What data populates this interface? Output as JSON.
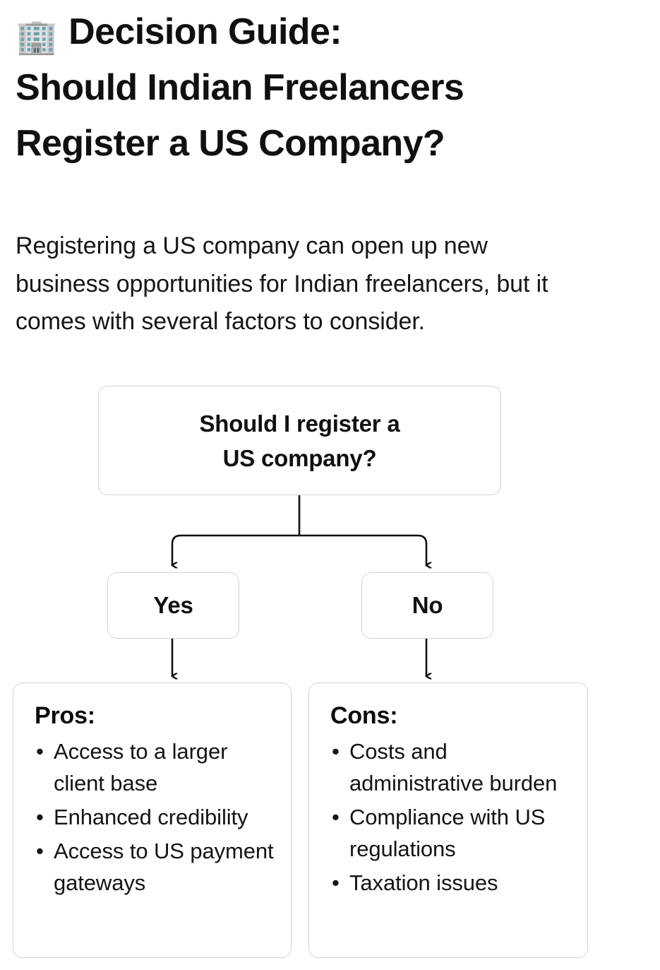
{
  "header": {
    "icon": "office-building-emoji",
    "icon_glyph": "🏢",
    "title_line_1": "Decision Guide:",
    "title_line_2": "Should Indian Freelancers",
    "title_line_3": "Register a US Company?"
  },
  "intro": {
    "paragraph": "Registering a US company can open up new business opportunities for Indian freelancers, but it comes with several factors to consider."
  },
  "flowchart": {
    "root": {
      "label": "Should I register a\nUS company?",
      "label_line_1": "Should I register a",
      "label_line_2": "US company?"
    },
    "branches": [
      {
        "label": "Yes"
      },
      {
        "label": "No"
      }
    ],
    "outcomes": [
      {
        "title": "Pros:",
        "bullet_glyph": "•",
        "items": [
          "Access to a larger client base",
          "Enhanced credibility",
          "Access to US payment gateways"
        ]
      },
      {
        "title": "Cons:",
        "bullet_glyph": "•",
        "items": [
          "Costs and administrative burden",
          "Compliance with US regulations",
          "Taxation issues"
        ]
      }
    ]
  },
  "colors": {
    "background": "#ffffff",
    "text": "#101010",
    "node_border": "#d3d3d7",
    "connector": "#111111"
  }
}
